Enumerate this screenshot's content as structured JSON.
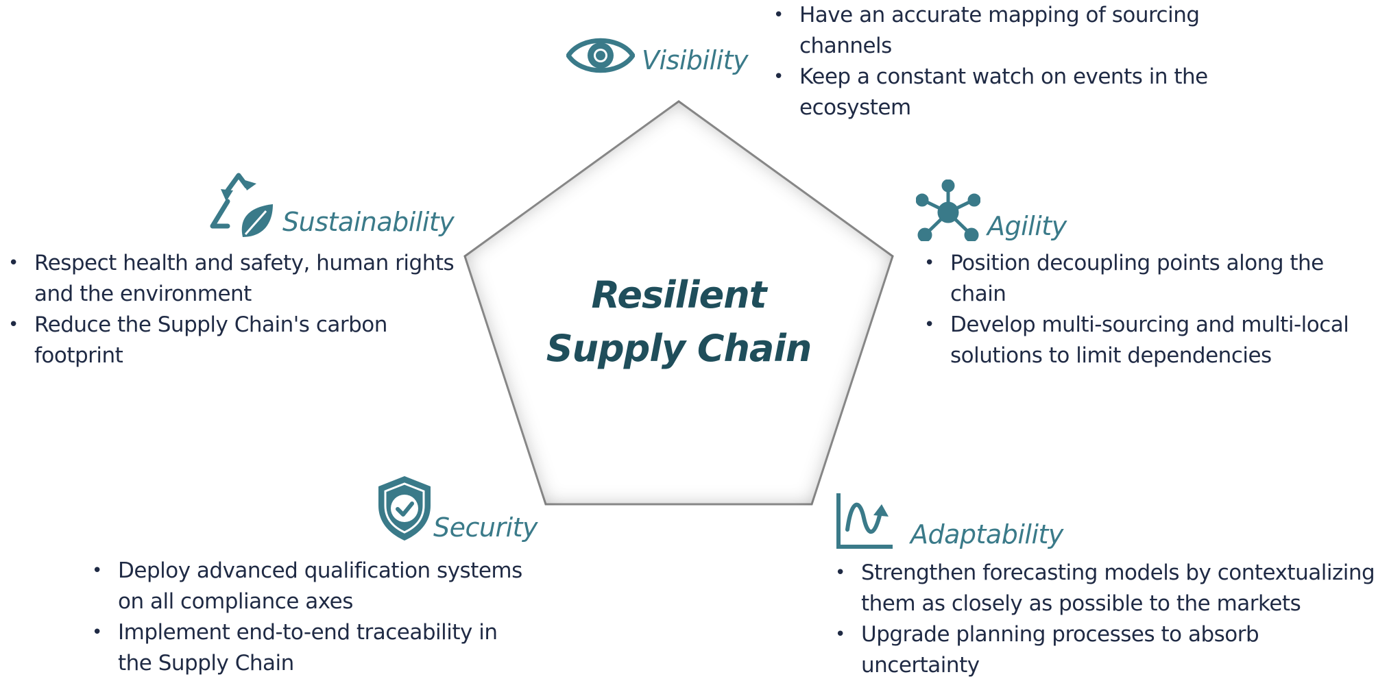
{
  "title": {
    "line1": "Resilient",
    "line2": "Supply Chain"
  },
  "colors": {
    "accent": "#3a7a89",
    "title": "#1f4e5b",
    "text": "#1f2a44"
  },
  "pillars": {
    "visibility": {
      "label": "Visibility",
      "icon": "eye-icon",
      "points": [
        "Have an accurate mapping of sourcing channels",
        "Keep a constant watch on events in the ecosystem"
      ]
    },
    "agility": {
      "label": "Agility",
      "icon": "network-hub-icon",
      "points": [
        "Position decoupling points along the chain",
        "Develop multi-sourcing and multi-local solutions to limit dependencies"
      ]
    },
    "adaptability": {
      "label": "Adaptability",
      "icon": "wave-chart-icon",
      "points": [
        "Strengthen forecasting models by contextualizing them as closely as possible to the markets",
        "Upgrade planning processes to absorb uncertainty"
      ]
    },
    "security": {
      "label": "Security",
      "icon": "shield-check-icon",
      "points": [
        "Deploy advanced qualification systems on all compliance axes",
        "Implement end-to-end traceability in the Supply Chain"
      ]
    },
    "sustainability": {
      "label": "Sustainability",
      "icon": "recycle-leaf-icon",
      "points": [
        "Respect health and safety, human rights and the environment",
        "Reduce the Supply Chain's carbon footprint"
      ]
    }
  }
}
